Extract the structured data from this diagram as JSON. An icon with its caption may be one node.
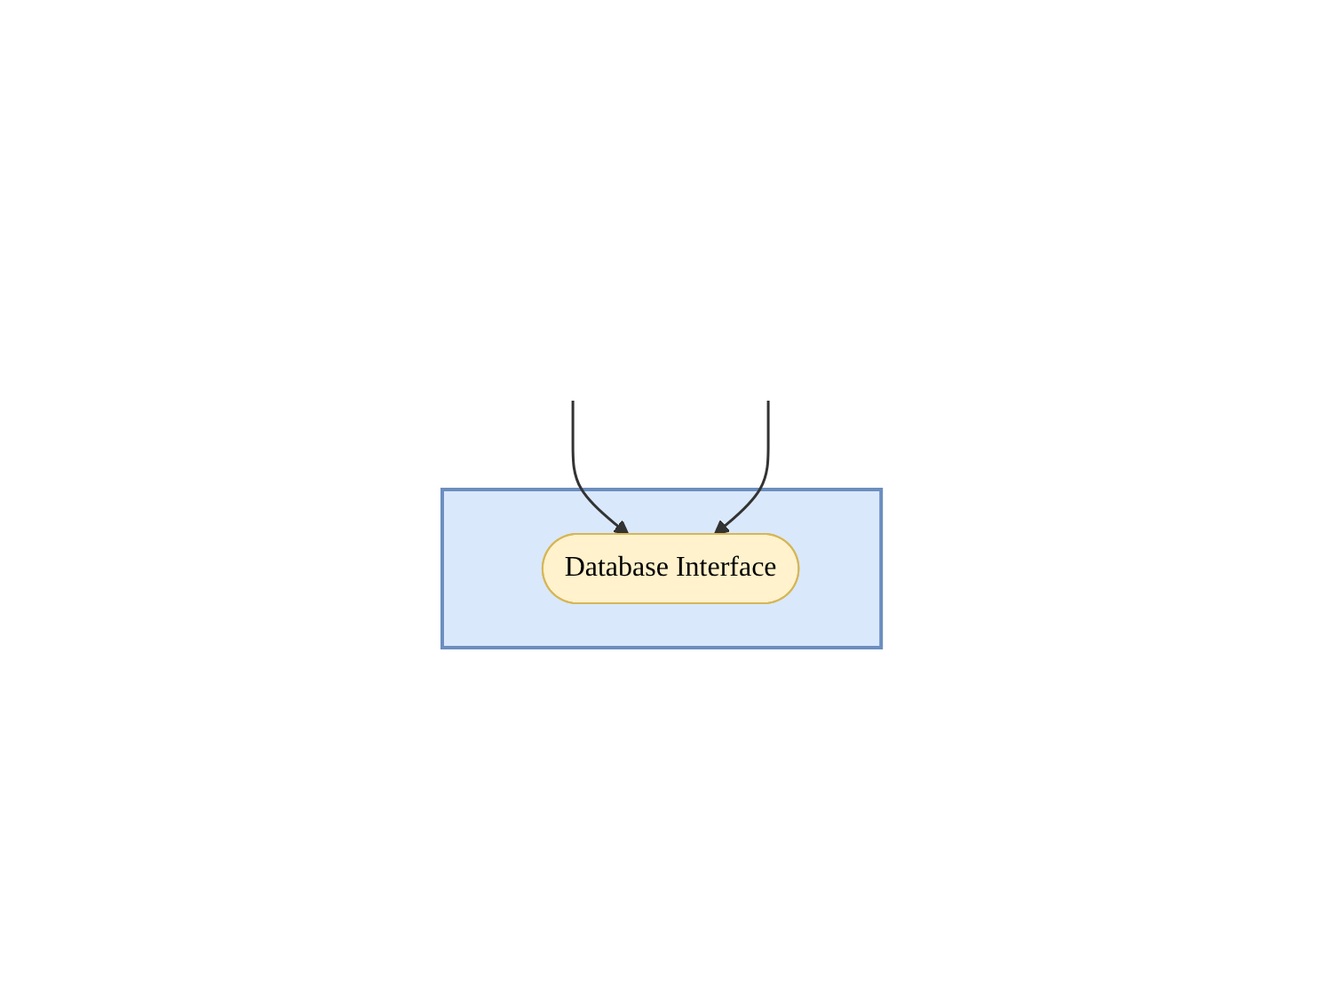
{
  "diagram": {
    "nodes": [
      {
        "text": [],
        "shape": "box"
      },
      {
        "text": [
          "Database Interface"
        ],
        "in": 0
      }
    ],
    "edges": [
      {
        "from": null,
        "to": 1,
        "arrow": "to"
      },
      {
        "from": null,
        "to": 1,
        "arrow": "to"
      }
    ]
  }
}
